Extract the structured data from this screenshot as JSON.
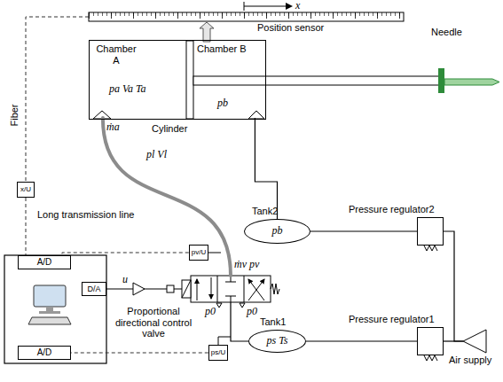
{
  "diagram": {
    "nodes": [
      {
        "text": [
          "Cylinder"
        ]
      },
      {
        "text": [
          "Chamber A",
          "pa Va Ta"
        ],
        "in": 0
      },
      {
        "text": [
          "Chamber B",
          "pb"
        ],
        "in": 0
      },
      {
        "text": [
          "Position sensor"
        ]
      },
      {
        "text": [
          "Tank2",
          "pb"
        ]
      },
      {
        "text": [
          "Pressure regulator2"
        ]
      },
      {
        "text": [
          "Pressure regulator1"
        ]
      },
      {
        "text": [
          "Tank1",
          "ps Ts"
        ]
      },
      {
        "text": [
          "Air supply"
        ]
      },
      {
        "text": [
          "Proportional directional control valve"
        ]
      },
      {
        "text": [
          "A/D"
        ]
      },
      {
        "text": [
          "D/A"
        ]
      },
      {
        "text": [
          "A/D"
        ]
      },
      {
        "text": [
          "x/U"
        ]
      },
      {
        "text": [
          "pv/U"
        ]
      },
      {
        "text": [
          "ps/U"
        ]
      }
    ],
    "edges": [
      {
        "from": 1,
        "to": 9,
        "arrow": "none",
        "label": "Long transmission line"
      },
      {
        "from": 2,
        "to": 4,
        "arrow": "none"
      },
      {
        "from": 4,
        "to": 5,
        "arrow": "none"
      },
      {
        "from": 5,
        "to": 8,
        "arrow": "none"
      },
      {
        "from": 6,
        "to": 8,
        "arrow": "none"
      },
      {
        "from": 6,
        "to": 7,
        "arrow": "none"
      },
      {
        "from": 7,
        "to": 9,
        "arrow": "none"
      },
      {
        "from": 11,
        "to": 9,
        "arrow": "none"
      },
      {
        "from": 3,
        "to": 13,
        "arrow": "none"
      },
      {
        "from": 13,
        "to": 10,
        "arrow": "none"
      },
      {
        "from": 14,
        "to": 10,
        "arrow": "none"
      },
      {
        "from": 15,
        "to": 12,
        "arrow": "none"
      }
    ],
    "labels": [
      "x",
      "Needle",
      "ṁa",
      "pl Vl",
      "Fiber",
      "ṁv pv",
      "u",
      "p0",
      "p0"
    ]
  }
}
